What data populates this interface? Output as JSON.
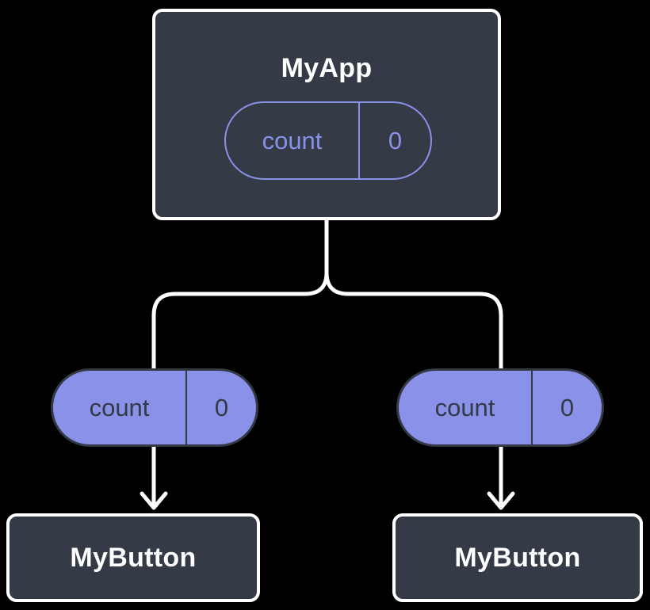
{
  "colors": {
    "background": "#000000",
    "node_fill": "#343A46",
    "node_border": "#FFFFFF",
    "node_text": "#FFFFFF",
    "accent_purple": "#8A91E8",
    "pill_dark": "#333945",
    "connector": "#FFFFFF"
  },
  "diagram": {
    "root": {
      "title": "MyApp",
      "state": {
        "name": "count",
        "value": "0"
      }
    },
    "props": [
      {
        "name": "count",
        "value": "0"
      },
      {
        "name": "count",
        "value": "0"
      }
    ],
    "children": [
      {
        "title": "MyButton"
      },
      {
        "title": "MyButton"
      }
    ]
  }
}
